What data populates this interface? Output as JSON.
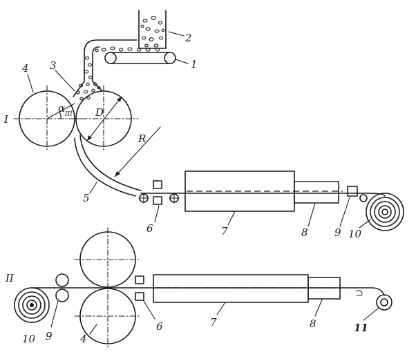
{
  "diagram": {
    "section_labels": {
      "top": "I",
      "bottom": "II"
    },
    "labels_top": {
      "conveyor": "1",
      "hopper": "2",
      "powder_gap": "3",
      "roll": "4",
      "guide": "5",
      "rollers": "6",
      "furnace": "7",
      "cooler": "8",
      "stand": "9",
      "coil": "10"
    },
    "labels_bottom": {
      "coil": "10",
      "stand": "9",
      "roll": "4",
      "rollers": "6",
      "furnace": "7",
      "cooler": "8",
      "winder": "11"
    },
    "dims": {
      "angle_symbol": "α",
      "angle_subscript": "III",
      "diameter": "D",
      "radius": "R"
    }
  }
}
